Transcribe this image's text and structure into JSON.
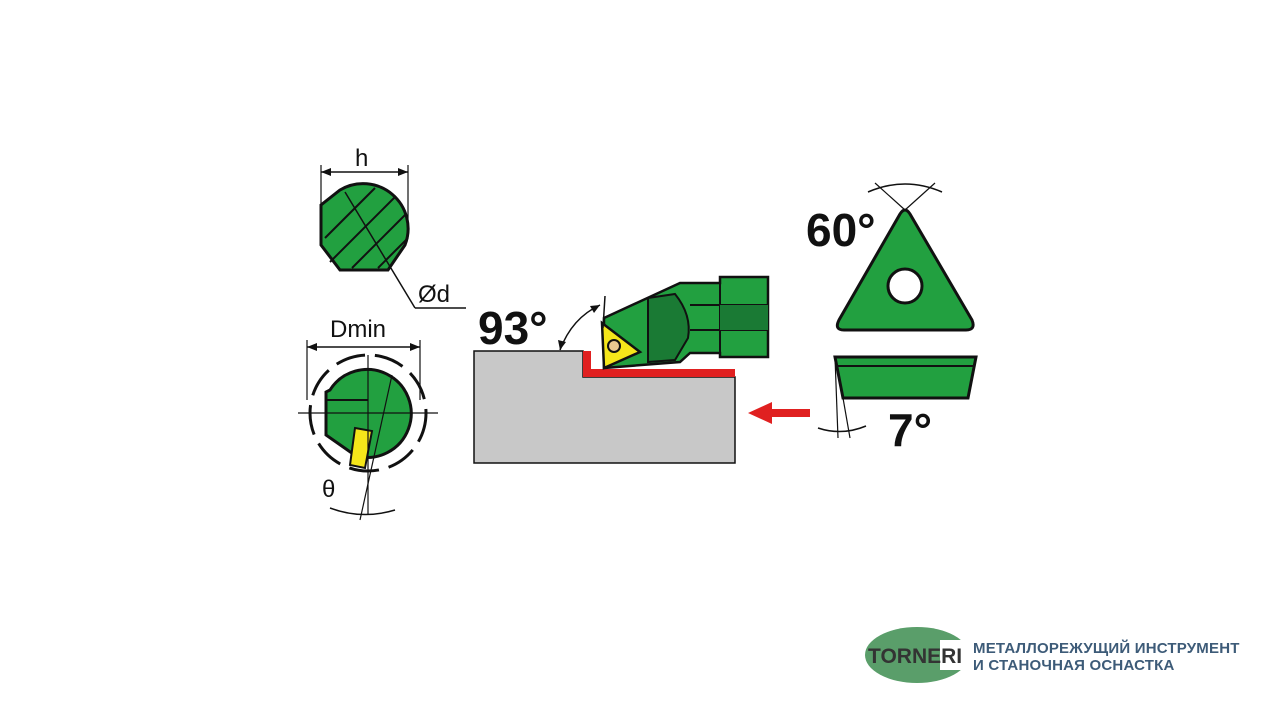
{
  "labels": {
    "h": "h",
    "d": "Ød",
    "dmin": "Dmin",
    "theta": "θ",
    "approach_angle": "93°",
    "insert_angle": "60°",
    "clearance_angle": "7°"
  },
  "logo": {
    "brand": "TORNERI",
    "line1": "МЕТАЛЛОРЕЖУЩИЙ ИНСТРУМЕНТ",
    "line2": "И СТАНОЧНАЯ ОСНАСТКА"
  },
  "colors": {
    "green": "#22a040",
    "dark_green": "#1a7a34",
    "insert_yellow": "#f5e61a",
    "chip_red": "#e02020",
    "workpiece_gray": "#c8c8c8",
    "logo_green": "#5a9e6a",
    "logo_blue": "#3d5b78"
  }
}
